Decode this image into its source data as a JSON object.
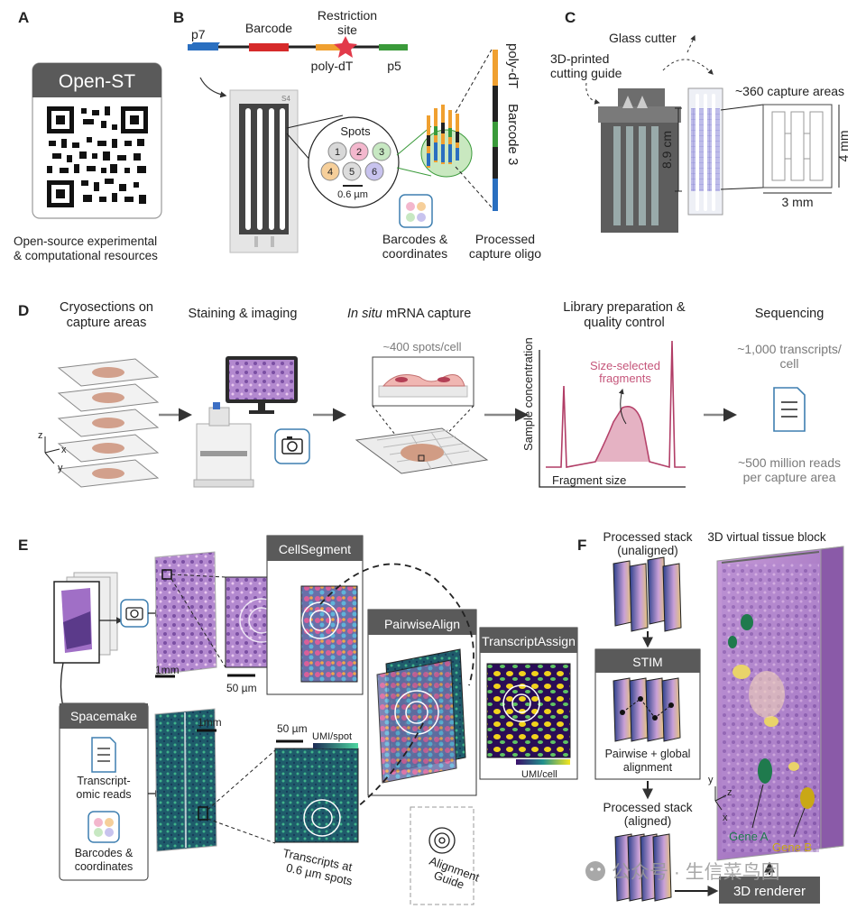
{
  "panels": {
    "A": {
      "letter": "A",
      "title": "Open-ST",
      "caption_1": "Open-source experimental",
      "caption_2": "& computational resources"
    },
    "B": {
      "letter": "B",
      "oligo_p7": "p7",
      "oligo_barcode": "Barcode",
      "oligo_restriction_1": "Restriction",
      "oligo_restriction_2": "site",
      "oligo_polydt": "poly-dT",
      "oligo_p5": "p5",
      "chip_tag": "S4",
      "spots_title": "Spots",
      "spots": [
        "1",
        "2",
        "3",
        "4",
        "5",
        "6"
      ],
      "scale": "0.6 µm",
      "barcodes_1": "Barcodes &",
      "barcodes_2": "coordinates",
      "processed_1": "Processed",
      "processed_2": "capture oligo",
      "vertical_polydt": "poly-dT",
      "vertical_barcode": "Barcode 3"
    },
    "C": {
      "letter": "C",
      "glass_cutter": "Glass cutter",
      "guide_1": "3D-printed",
      "guide_2": "cutting guide",
      "areas": "~360 capture areas",
      "height": "8.9 cm",
      "side": "4 mm",
      "width": "3 mm"
    },
    "D": {
      "letter": "D",
      "step1_1": "Cryosections on",
      "step1_2": "capture areas",
      "step2": "Staining & imaging",
      "step3_em": "In situ",
      "step3_rest": " mRNA capture",
      "step3_note": "~400 spots/cell",
      "step4_1": "Library preparation &",
      "step4_2": "quality control",
      "size_sel_1": "Size-selected",
      "size_sel_2": "fragments",
      "ylabel": "Sample concentration",
      "xlabel": "Fragment size",
      "step5": "Sequencing",
      "tx_1": "~1,000 transcripts/",
      "tx_2": "cell",
      "reads_1": "~500 million reads",
      "reads_2": "per capture area",
      "axis_z": "z",
      "axis_x": "x",
      "axis_y": "y"
    },
    "E": {
      "letter": "E",
      "cellsegment": "CellSegment",
      "pairwisealign": "PairwiseAlign",
      "transcriptassign": "TranscriptAssign",
      "spacemake": "Spacemake",
      "reads_1": "Transcript-",
      "reads_2": "omic reads",
      "barcodes_1": "Barcodes &",
      "barcodes_2": "coordinates",
      "scale_1mm_a": "1mm",
      "scale_50um_a": "50 µm",
      "scale_1mm_b": "1mm",
      "scale_50um_b": "50 µm",
      "umi_spot": "UMI/spot",
      "umi_cell": "UMI/cell",
      "tx_1": "Transcripts at",
      "tx_2": "0.6 µm spots",
      "guide_1": "Alignment",
      "guide_2": "Guide"
    },
    "F": {
      "letter": "F",
      "unaligned_1": "Processed stack",
      "unaligned_2": "(unaligned)",
      "stim": "STIM",
      "pairwise_1": "Pairwise + global",
      "pairwise_2": "alignment",
      "aligned_1": "Processed stack",
      "aligned_2": "(aligned)",
      "block": "3D virtual tissue block",
      "gene_a": "Gene A",
      "gene_b": "Gene B",
      "renderer": "3D renderer",
      "axis_y": "y",
      "axis_z": "z",
      "axis_x": "x"
    }
  },
  "watermark": "公众号 · 生信菜鸟团",
  "colors": {
    "dark_bar": "#555555",
    "pink": "#c5557a",
    "blue_icon": "#3e7fb0",
    "gene_a": "#1f7a4d",
    "gene_b": "#c9a816",
    "p7_blue": "#2a6fc0",
    "barcode_red": "#d62a2a",
    "polydt_orange": "#f0a030",
    "p5_green": "#3a9a3a"
  }
}
